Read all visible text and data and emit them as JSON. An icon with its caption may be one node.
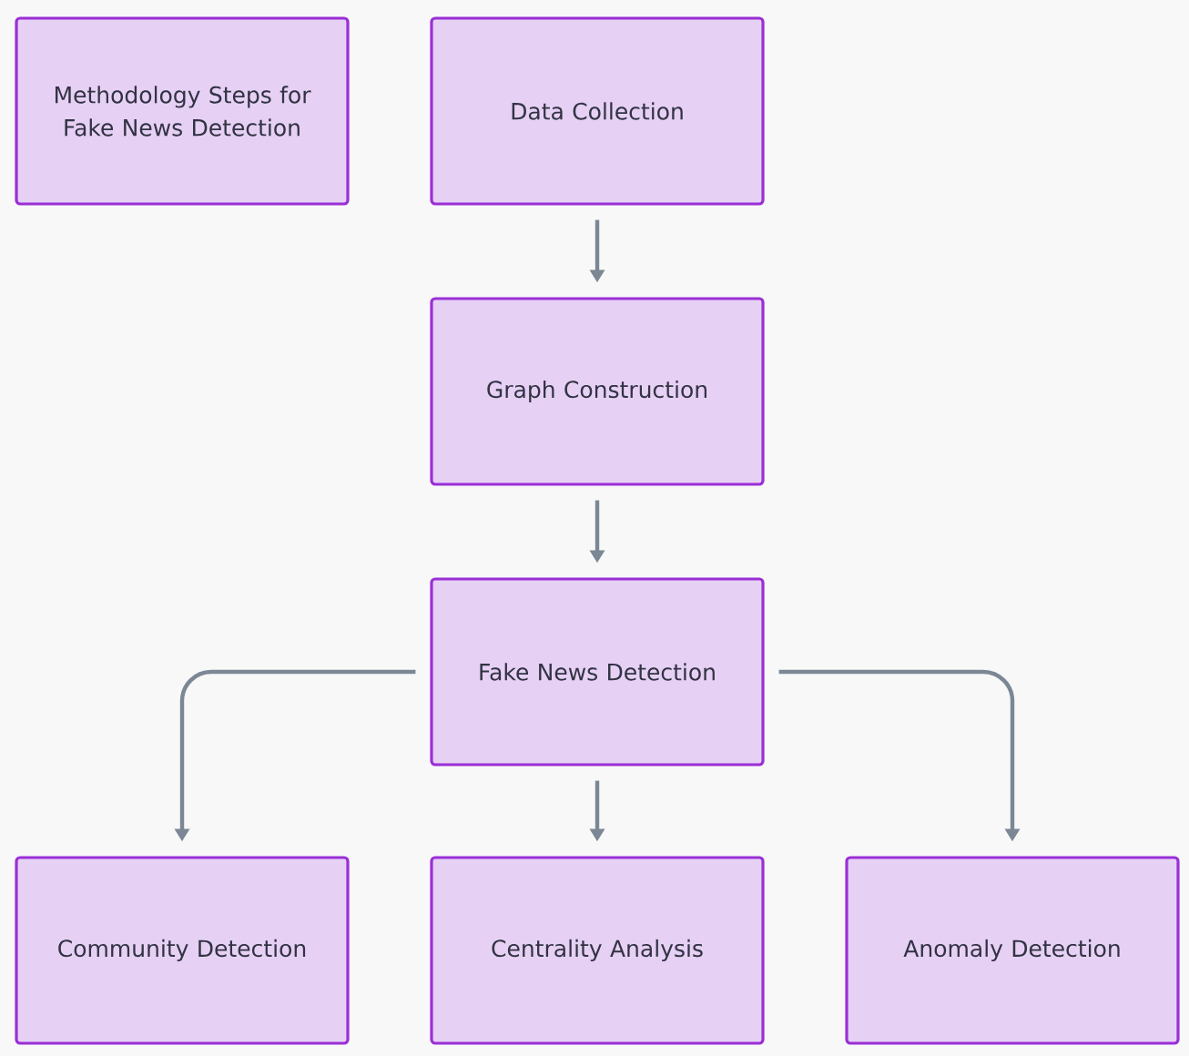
{
  "diagram": {
    "nodes": [
      {
        "text": [
          "Methodology Steps for Fake News Detection"
        ]
      },
      {
        "text": [
          "Data Collection"
        ]
      },
      {
        "text": [
          "Graph Construction"
        ]
      },
      {
        "text": [
          "Fake News Detection"
        ]
      },
      {
        "text": [
          "Community Detection"
        ]
      },
      {
        "text": [
          "Centrality Analysis"
        ]
      },
      {
        "text": [
          "Anomaly Detection"
        ]
      }
    ],
    "edges": [
      {
        "from": 1,
        "to": 2,
        "arrow": "to"
      },
      {
        "from": 2,
        "to": 3,
        "arrow": "to"
      },
      {
        "from": 3,
        "to": 4,
        "arrow": "to"
      },
      {
        "from": 3,
        "to": 5,
        "arrow": "to"
      },
      {
        "from": 3,
        "to": 6,
        "arrow": "to"
      }
    ]
  }
}
